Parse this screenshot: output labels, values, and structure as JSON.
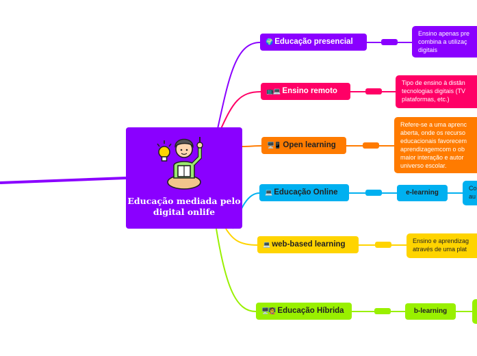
{
  "central": {
    "title": "Educação mediada pelo digital onlife",
    "illustration": "person-reading-idea-icon",
    "color": "#8a00ff"
  },
  "topics": [
    {
      "id": "presencial",
      "icon": "globe-icon",
      "icon_glyph": "🌍",
      "label": "Educação presencial",
      "color": "#8a00ff",
      "note_lines": [
        "Ensino apenas pre",
        "combina a utilizaç",
        "digitais"
      ]
    },
    {
      "id": "remoto",
      "icon": "tv-computer-icon",
      "icon_glyph": "📺💻",
      "label": "Ensino remoto",
      "color": "#ff0066",
      "note_lines": [
        "Tipo de ensino à distân",
        "tecnologias digitais (TV",
        "plataformas, etc.)"
      ]
    },
    {
      "id": "open",
      "icon": "computer-phone-icon",
      "icon_glyph": "🖥️📱",
      "label": "Open learning",
      "color": "#ff7b00",
      "note_lines": [
        "Refere-se a uma aprenc",
        "aberta, onde os recurso",
        "educacionais favorecem",
        "aprendizagemcom o ob",
        "maior interação e autor",
        "universo escolar."
      ]
    },
    {
      "id": "online",
      "icon": "computer-icon",
      "icon_glyph": "💻",
      "label": "Educação Online",
      "color": "#00b0f0",
      "sub_label": "e-learning",
      "note_lines": [
        "Co",
        "au"
      ]
    },
    {
      "id": "web",
      "icon": "computer-icon",
      "icon_glyph": "💻",
      "label": "web-based learning",
      "color": "#ffd400",
      "note_lines": [
        "Ensino e aprendizag",
        "através de uma plat"
      ]
    },
    {
      "id": "hibrida",
      "icon": "computer-teacher-icon",
      "icon_glyph": "🖥️🧑‍🏫",
      "label": "Educação Híbrida",
      "color": "#99f000",
      "sub_label": "b-learning",
      "note_lines": []
    }
  ]
}
